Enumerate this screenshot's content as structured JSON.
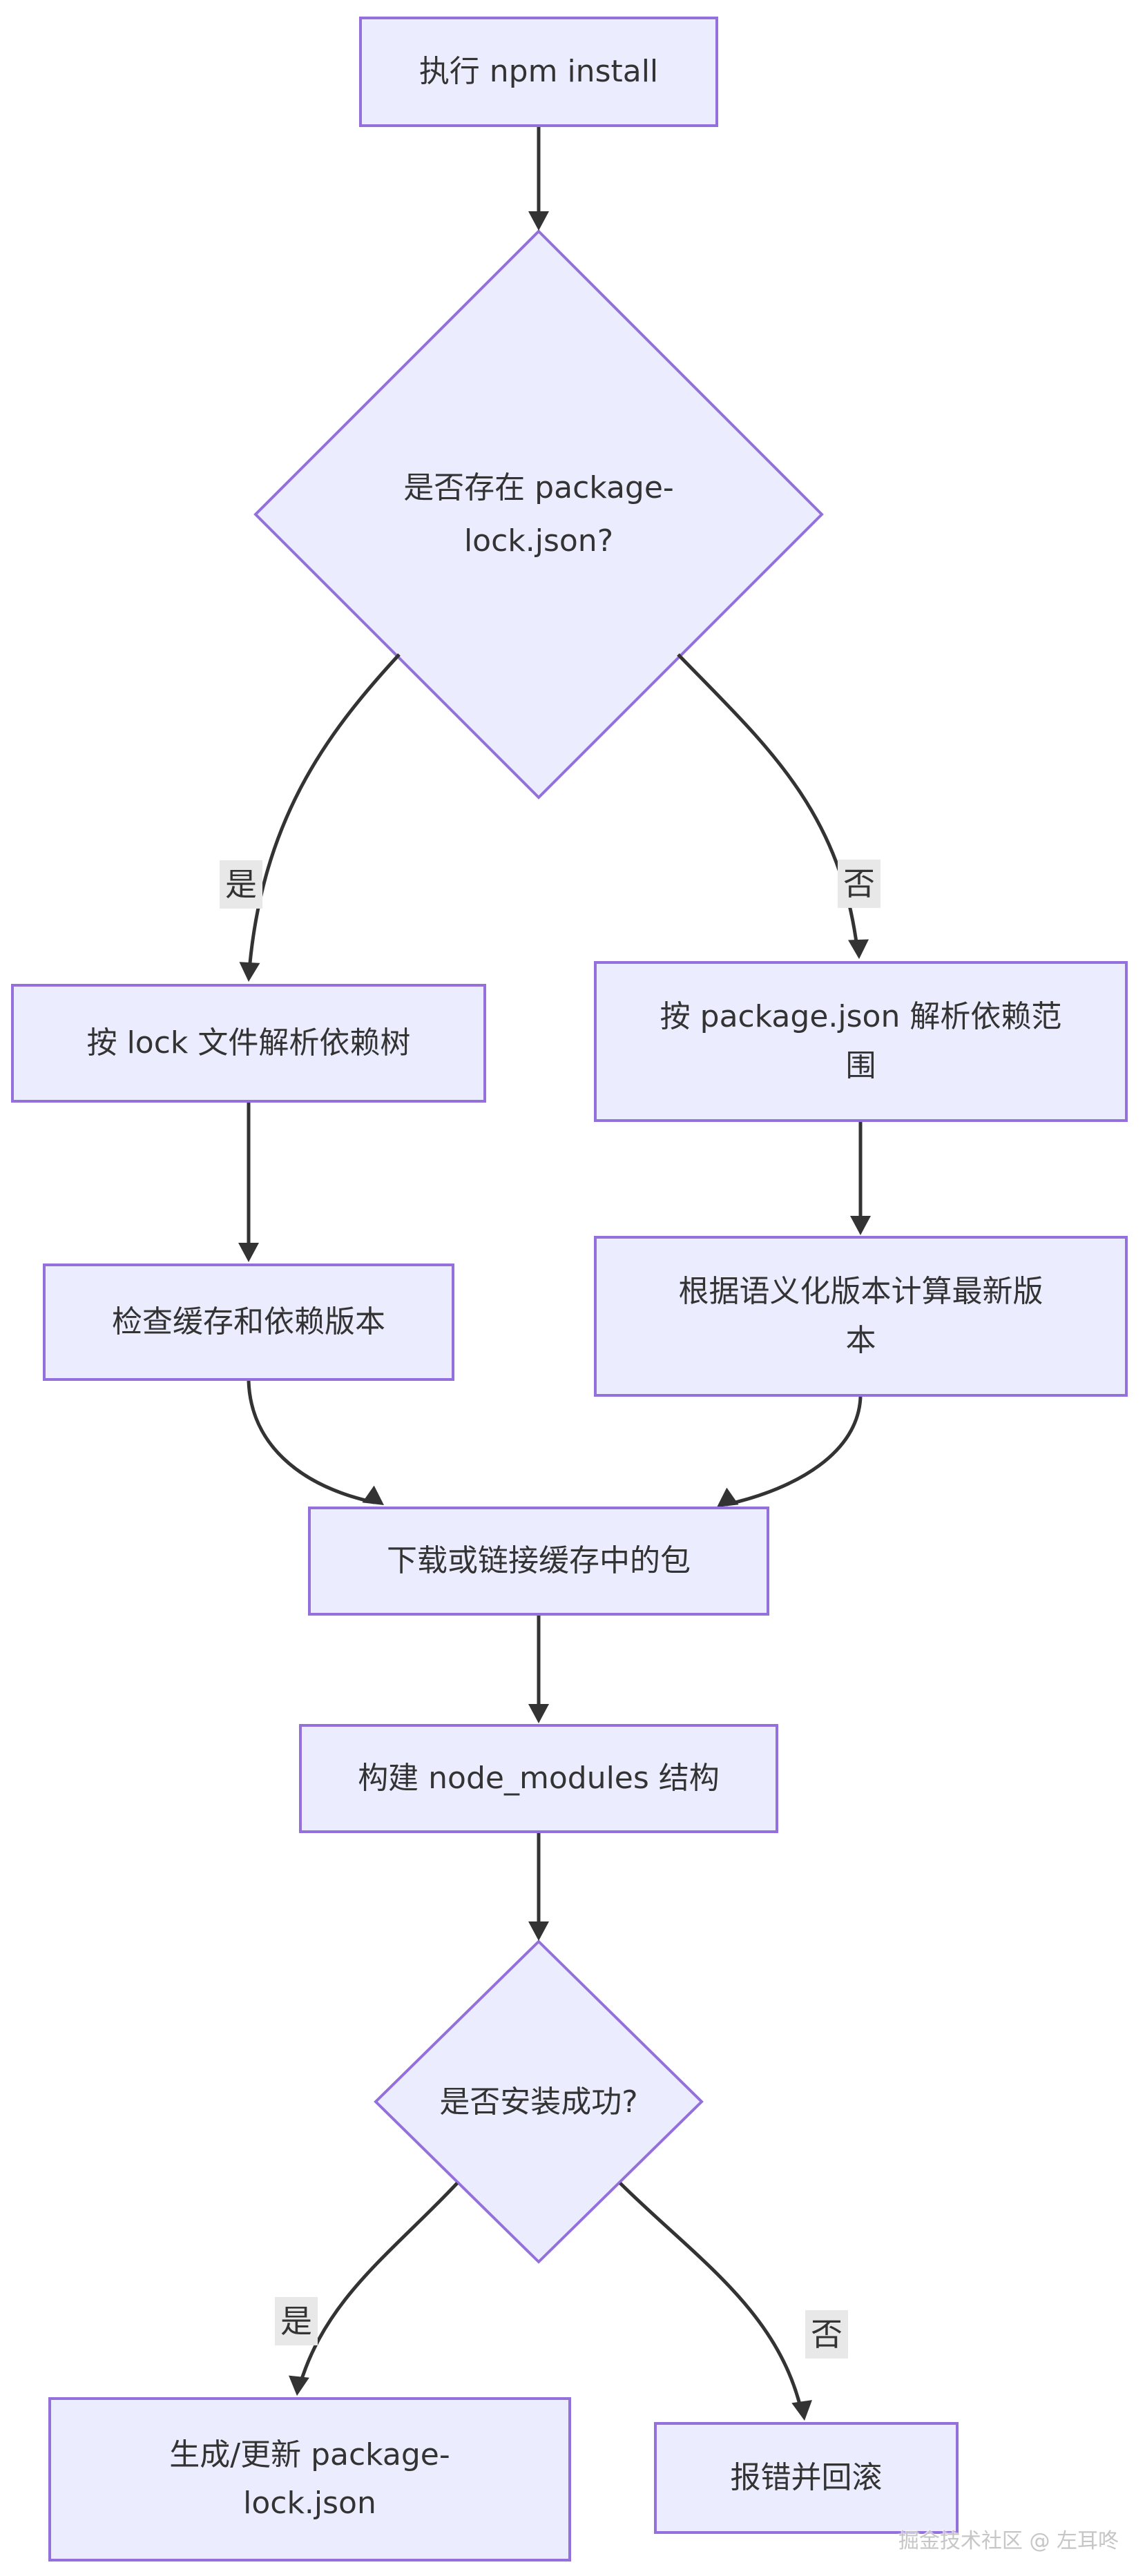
{
  "diagram": {
    "type": "flowchart",
    "nodes": {
      "start": {
        "label": "执行 npm install"
      },
      "decision_lock": {
        "line1": "是否存在 package-",
        "line2": "lock.json?"
      },
      "parse_lock": {
        "label": "按 lock 文件解析依赖树"
      },
      "parse_pkg": {
        "line1": "按 package.json 解析依赖范",
        "line2": "围"
      },
      "check_cache": {
        "label": "检查缓存和依赖版本"
      },
      "calc_semver": {
        "line1": "根据语义化版本计算最新版",
        "line2": "本"
      },
      "download": {
        "label": "下载或链接缓存中的包"
      },
      "build_modules": {
        "label": "构建 node_modules 结构"
      },
      "decision_success": {
        "label": "是否安装成功?"
      },
      "generate_lock": {
        "line1": "生成/更新 package-",
        "line2": "lock.json"
      },
      "error_rollback": {
        "label": "报错并回滚"
      }
    },
    "edge_labels": {
      "yes1": "是",
      "no1": "否",
      "yes2": "是",
      "no2": "否"
    },
    "colors": {
      "node_fill": "#ececff",
      "node_border": "#9370db",
      "edge": "#333333",
      "edge_label_bg": "#e8e8e8",
      "text": "#333333",
      "watermark": "#c6c6c6"
    },
    "watermark": "掘金技术社区 @ 左耳咚"
  }
}
